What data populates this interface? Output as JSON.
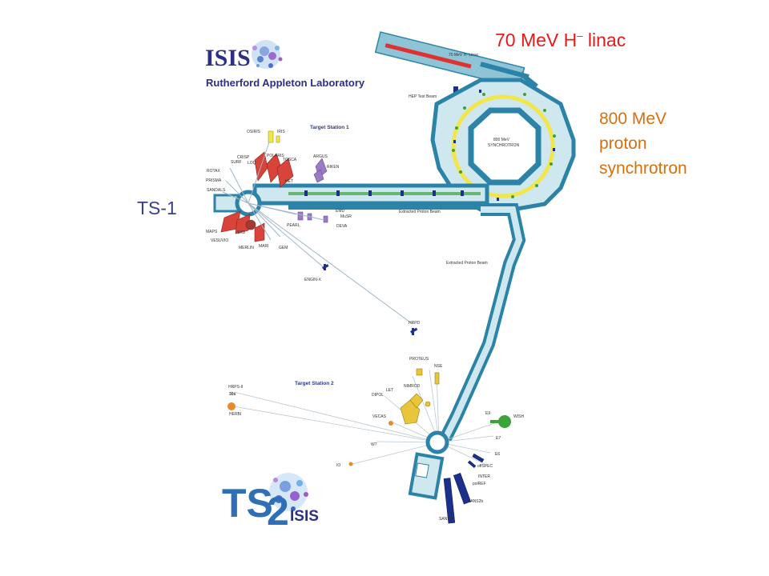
{
  "callouts": {
    "linac": {
      "text": "70 MeV H",
      "superscript": "–",
      "suffix": " linac",
      "color": "#e31b1b"
    },
    "synchrotron": {
      "lines": [
        "800 MeV",
        "proton",
        "synchrotron"
      ],
      "color": "#d86f0e"
    },
    "ts1": {
      "text": "TS-1",
      "color": "#3b3f8f"
    }
  },
  "logos": {
    "isis": {
      "word": "ISIS",
      "lab": "Rutherford Appleton Laboratory"
    },
    "ts2": {
      "big": "TS",
      "two": "2",
      "isis": "ISIS"
    }
  },
  "map_labels": {
    "linac_small": "70 MeV H-  Linac",
    "hep_beam": "HEP Test Beam",
    "synchrotron_small": [
      "800 MeV",
      "SYNCHROTRON"
    ],
    "target_station_1": "Target Station 1",
    "target_station_2": "Target Station 2",
    "extracted_beam_1": "Extracted Proton Beam",
    "extracted_beam_2": "Extracted Proton Beam"
  },
  "ts1_instruments": [
    "OSIRIS",
    "IRIS",
    "POLARIS",
    "TOSCA",
    "ARGUS",
    "RIKEN",
    "HET",
    "CRISP",
    "SURF",
    "LOQ",
    "ROTAX",
    "PRISMA",
    "SANDALS",
    "EMU",
    "MuSR",
    "DEVA",
    "PEARL",
    "MAPS",
    "SXD",
    "VESUVIO",
    "MERLIN",
    "MARI",
    "GEM",
    "ENGIN-X",
    "HRPD"
  ],
  "ts2_instruments": [
    "PROTEUS",
    "NSE",
    "LET",
    "NIMROD",
    "DIPOL",
    "HRPS-II",
    "30s",
    "HERBI",
    "VECAS",
    "W7",
    "IO",
    "E9",
    "WISH",
    "E7",
    "E6",
    "offSPEC",
    "INTER",
    "polREF",
    "SANS2b",
    "SANS2a"
  ],
  "colors": {
    "beamline": "#2b84a8",
    "ring_yellow": "#f2e64a",
    "linac_red": "#e03030",
    "instrument_red": "#d8443a",
    "instrument_purple": "#9a7cc4",
    "instrument_orange": "#e8892a",
    "instrument_green": "#3aa33a",
    "instrument_navy": "#1c2f8a"
  }
}
